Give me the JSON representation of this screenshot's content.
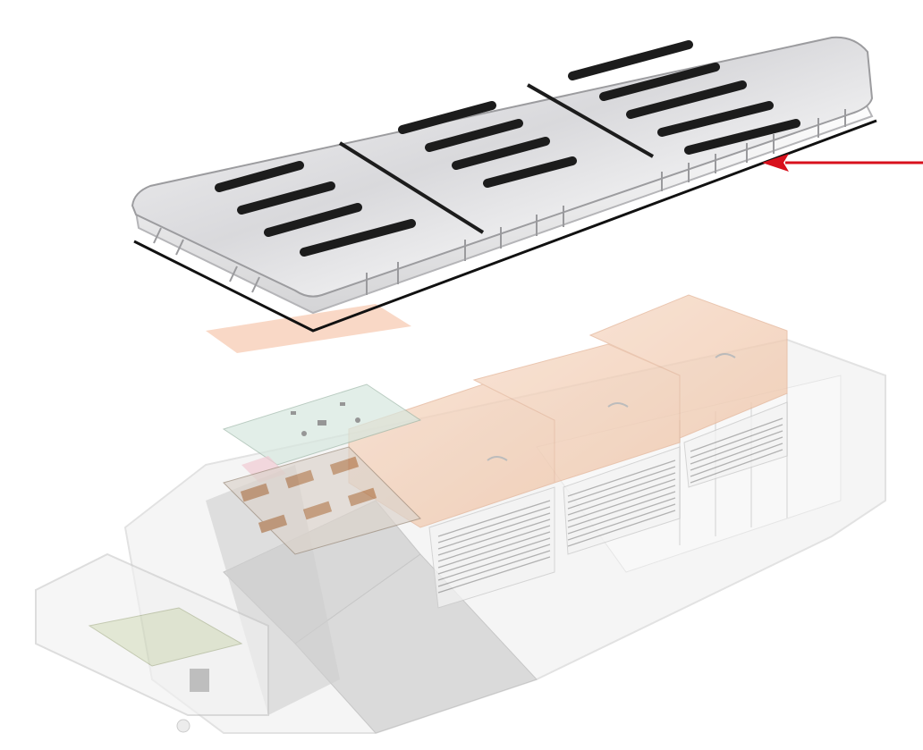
{
  "figure": {
    "callout_arrow_color": "#d8101c",
    "lid_color": "#e6e6e8",
    "lid_edge_color": "#111111",
    "slot_color": "#1c1c1c",
    "module_color": "#f3cdb3",
    "housing_color": "#ececec",
    "board_color": "#d7e7df"
  },
  "parts": [
    {
      "name": "top-cover",
      "icon": "vented-lid",
      "vent_slots": 13
    },
    {
      "name": "battery-modules",
      "icon": "module-block",
      "module_count": 3
    },
    {
      "name": "control-board",
      "icon": "circuit-board"
    },
    {
      "name": "lower-housing",
      "icon": "tray-housing"
    },
    {
      "name": "junction-box",
      "icon": "box"
    }
  ]
}
